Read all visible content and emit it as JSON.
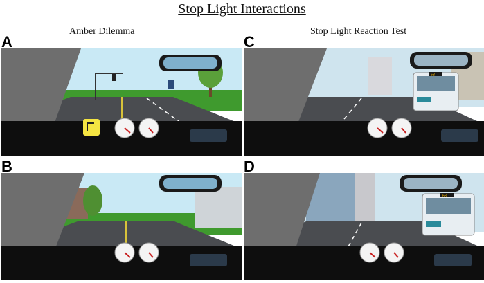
{
  "figure": {
    "title": "Stop Light Interactions",
    "left_heading": "Amber Dilemma",
    "right_heading": "Stop Light Reaction Test"
  },
  "panels": [
    {
      "id": "A",
      "label": "A",
      "scene": "suburban",
      "sign": true
    },
    {
      "id": "B",
      "label": "B",
      "scene": "suburban",
      "sign": false
    },
    {
      "id": "C",
      "label": "C",
      "scene": "city",
      "bus_route": "68"
    },
    {
      "id": "D",
      "label": "D",
      "scene": "city",
      "bus_route": "68"
    }
  ],
  "colors": {
    "sky_suburban": "#c9e9f5",
    "sky_city": "#cfe4ee",
    "grass": "#3f9a2e",
    "road": "#4a4c50",
    "dash": "#1c1c1c",
    "pillar": "#6e6e6e",
    "gauge_face": "#f4f4f4",
    "bus": "#e8eef2",
    "bus_accent": "#2a8a9a"
  }
}
